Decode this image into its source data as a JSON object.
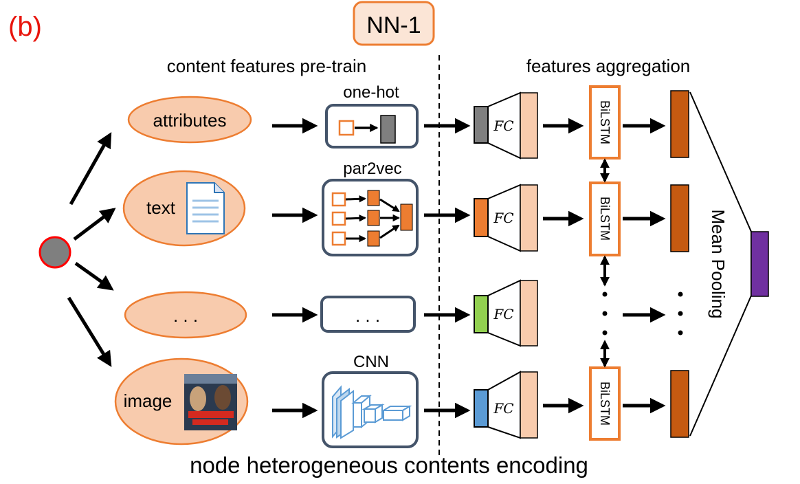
{
  "panel_label": "(b)",
  "title_box": "NN-1",
  "section_left": "content features pre-train",
  "section_right": "features aggregation",
  "caption": "node heterogeneous contents encoding",
  "inputs": {
    "attributes": "attributes",
    "text": "text",
    "ellipsis": ". . .",
    "image": "image"
  },
  "encoders": {
    "onehot": "one-hot",
    "par2vec": "par2vec",
    "ellipsis": ". . .",
    "cnn": "CNN"
  },
  "fc_label": "FC",
  "bilstm_label": "BiLSTM",
  "mean_pooling": "Mean Pooling",
  "colors": {
    "panel_label": "#e8150d",
    "orange_stroke": "#ed7d31",
    "orange_fill": "#f8cbad",
    "box_stroke": "#44546a",
    "gray_feature": "#7f7f7f",
    "orange_feature": "#ed7d31",
    "green_feature": "#92d050",
    "blue_feature": "#5b9bd5",
    "dark_orange": "#c55a11",
    "purple": "#7030a0",
    "node_gray": "#7f7f7f",
    "node_red": "#ff0000"
  },
  "icons": [
    "document-icon",
    "movie-poster-icon",
    "cnn-layers-icon"
  ]
}
